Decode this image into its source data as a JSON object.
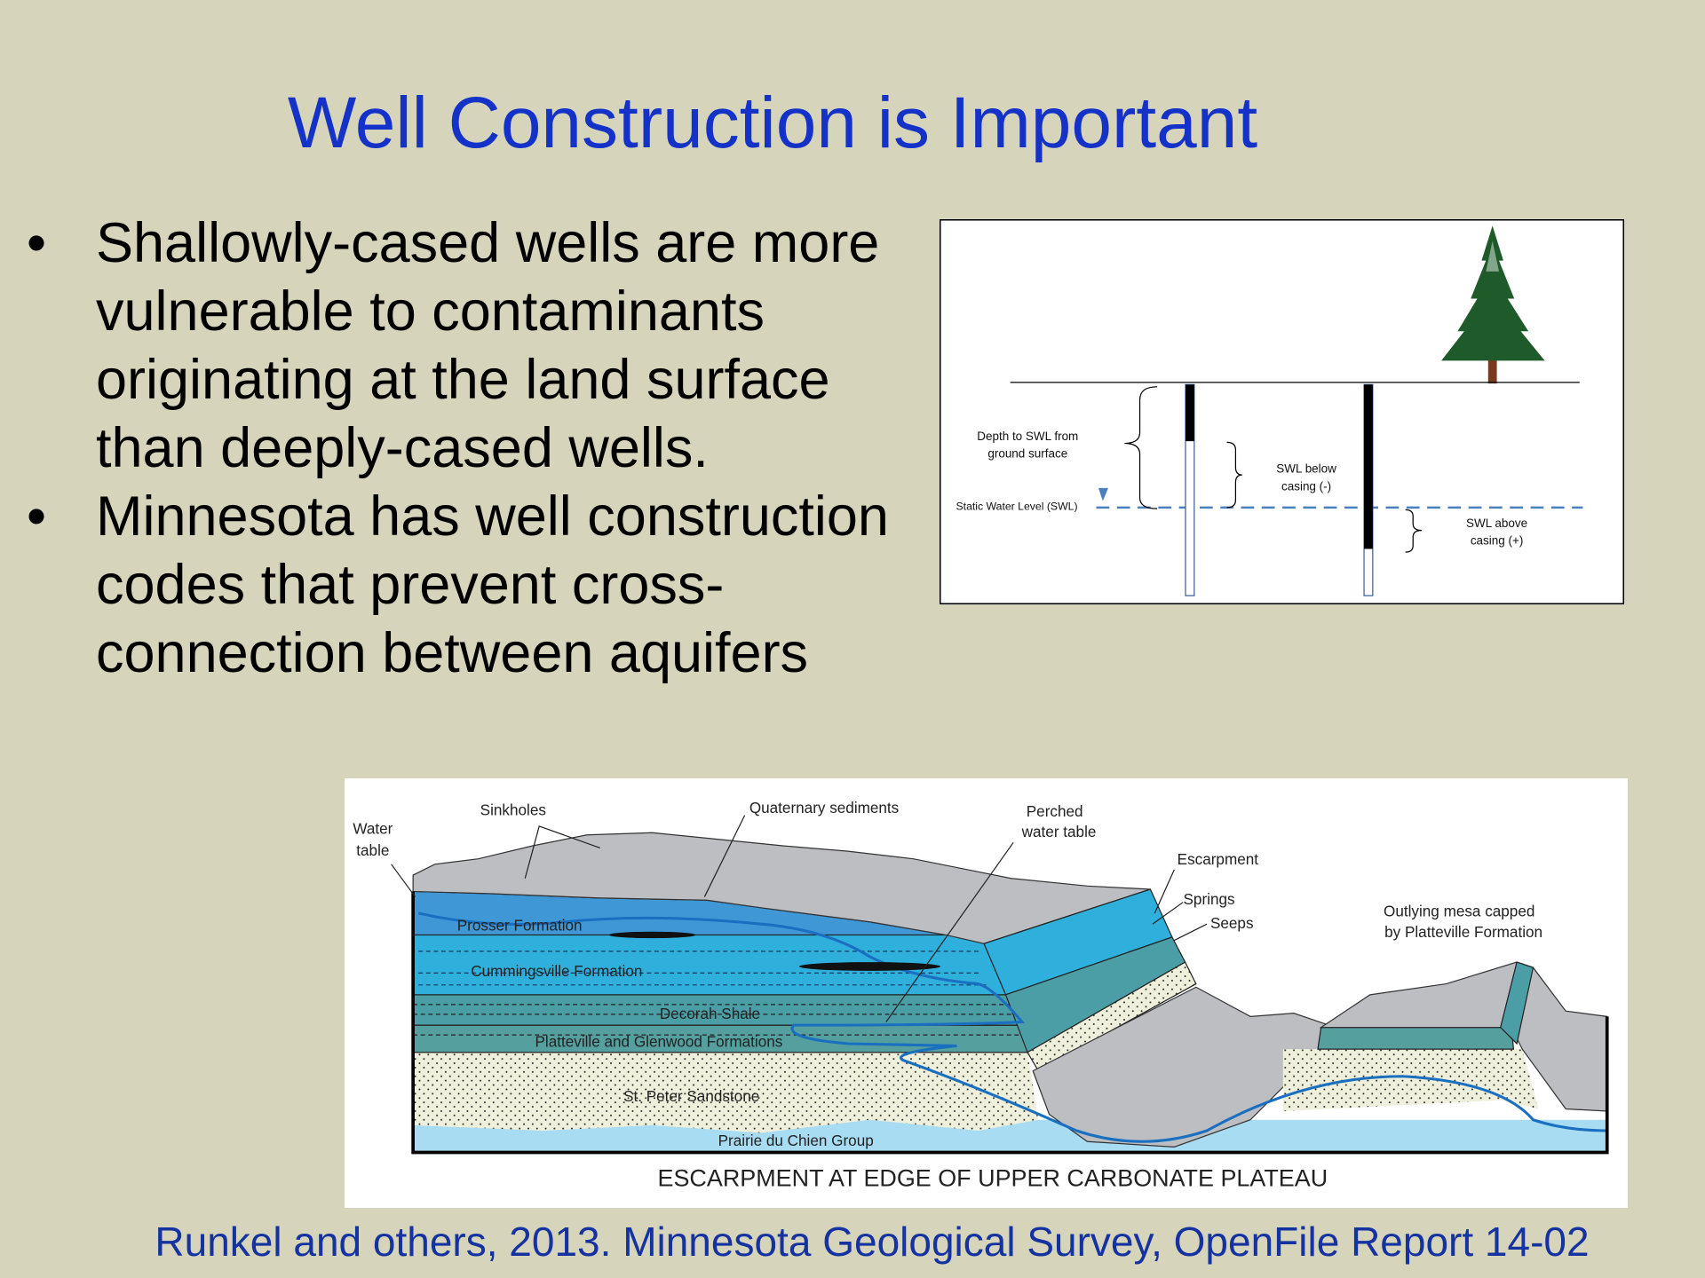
{
  "slide": {
    "title": "Well Construction is Important",
    "bullets": [
      {
        "marker": "•",
        "text": "Shallowly-cased wells are more vulnerable to contaminants originating at the land surface than deeply-cased wells."
      },
      {
        "marker": "•",
        "text": "Minnesota has well construction codes that prevent cross-connection between aquifers"
      }
    ],
    "citation": "Runkel and others, 2013. Minnesota Geological Survey, OpenFile Report 14-02"
  },
  "well_diagram": {
    "depth_label_1": "Depth to SWL from",
    "depth_label_2": "ground surface",
    "swl_label": "Static Water Level (SWL)",
    "below_label_1": "SWL below",
    "below_label_2": "casing (-)",
    "above_label_1": "SWL above",
    "above_label_2": "casing  (+)"
  },
  "geo_diagram": {
    "water_table_1": "Water",
    "water_table_2": "table",
    "sinkholes": "Sinkholes",
    "quaternary": "Quaternary sediments",
    "perched_1": "Perched",
    "perched_2": "water table",
    "escarpment": "Escarpment",
    "springs": "Springs",
    "seeps": "Seeps",
    "mesa_1": "Outlying mesa capped",
    "mesa_2": "by Platteville Formation",
    "prosser": "Prosser Formation",
    "cummingsville": "Cummingsville Formation",
    "decorah": "Decorah Shale",
    "platteville": "Platteville and Glenwood Formations",
    "st_peter": "St. Peter Sandstone",
    "prairie": "Prairie du Chien Group",
    "caption": "ESCARPMENT AT EDGE OF UPPER CARBONATE PLATEAU"
  },
  "colors": {
    "background": "#d6d4bb",
    "title": "#1432c8",
    "citation": "#1432a0",
    "water_line": "#4a7fc0"
  }
}
